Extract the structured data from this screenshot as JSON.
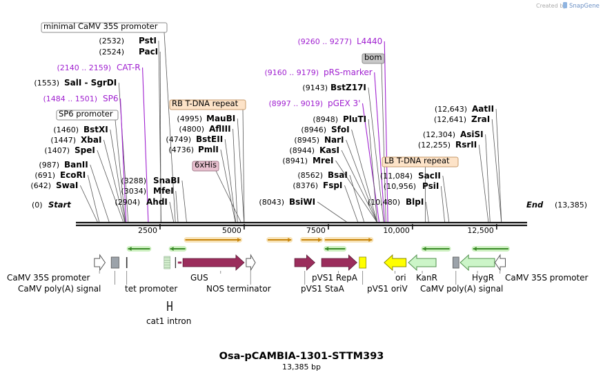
{
  "credit": {
    "prefix": "Created by",
    "brand": "SnapGene"
  },
  "plasmid": {
    "name": "Osa-pCAMBIA-1301-STTM393",
    "length_label": "13,385 bp",
    "length": 13385
  },
  "ends": {
    "start_pos": "(0)",
    "start_label": "Start",
    "end_label": "End",
    "end_pos": "(13,385)"
  },
  "colors": {
    "primer": "#a020d0",
    "enzyme_line": "#555555",
    "feature_maroon": "#9b2d5c",
    "ori_yellow": "#ffff00",
    "resistance_green": "#ccf5c8",
    "tdna_box": "#fde3c8",
    "his_box": "#e8c0cf",
    "grey_box": "#c8c8c8",
    "orf_orange": "#c8840a",
    "orf_green": "#3a8a28"
  },
  "ruler_ticks": [
    {
      "pos": 2500,
      "label": "2500"
    },
    {
      "pos": 5000,
      "label": "5000"
    },
    {
      "pos": 7500,
      "label": "7500"
    },
    {
      "pos": 10000,
      "label": "10,000"
    },
    {
      "pos": 12500,
      "label": "12,500"
    }
  ],
  "sites": [
    {
      "id": "minimal-camv-35s",
      "kind": "box",
      "box": "white",
      "label": "minimal CaMV 35S promoter",
      "pos": 2955
    },
    {
      "id": "psti",
      "kind": "enzyme",
      "label": "PstI",
      "coord": "(2532)",
      "pos": 2532
    },
    {
      "id": "paci",
      "kind": "enzyme",
      "label": "PacI",
      "coord": "(2524)",
      "pos": 2524
    },
    {
      "id": "cat-r",
      "kind": "primer",
      "label": "CAT-R",
      "coord": "(2140 .. 2159)",
      "pos": 2150
    },
    {
      "id": "sali-sgrdi",
      "kind": "enzyme",
      "label": "SalI  - SgrDI",
      "coord": "(1553)",
      "pos": 1553
    },
    {
      "id": "sp6-primer",
      "kind": "primer",
      "label": "SP6",
      "coord": "(1484 .. 1501)",
      "pos": 1492
    },
    {
      "id": "sp6-promoter",
      "kind": "box",
      "box": "white",
      "label": "SP6 promoter",
      "pos": 1470
    },
    {
      "id": "bstxi",
      "kind": "enzyme",
      "label": "BstXI",
      "coord": "(1460)",
      "pos": 1460
    },
    {
      "id": "xbai",
      "kind": "enzyme",
      "label": "XbaI",
      "coord": "(1447)",
      "pos": 1447
    },
    {
      "id": "spei",
      "kind": "enzyme",
      "label": "SpeI",
      "coord": "(1407)",
      "pos": 1407
    },
    {
      "id": "banii",
      "kind": "enzyme",
      "label": "BanII",
      "coord": "(987)",
      "pos": 987
    },
    {
      "id": "ecori",
      "kind": "enzyme",
      "label": "EcoRI",
      "coord": "(691)",
      "pos": 691
    },
    {
      "id": "swai",
      "kind": "enzyme",
      "label": "SwaI",
      "coord": "(642)",
      "pos": 642
    },
    {
      "id": "snabi",
      "kind": "enzyme",
      "label": "SnaBI",
      "coord": "(3288)",
      "pos": 3288
    },
    {
      "id": "mfei",
      "kind": "enzyme",
      "label": "MfeI",
      "coord": "(3034)",
      "pos": 3034
    },
    {
      "id": "ahdi",
      "kind": "enzyme",
      "label": "AhdI",
      "coord": "(2904)",
      "pos": 2904
    },
    {
      "id": "rb-tdna",
      "kind": "box",
      "box": "tdna",
      "label": "RB T-DNA repeat",
      "pos": 5000
    },
    {
      "id": "maubi",
      "kind": "enzyme",
      "label": "MauBI",
      "coord": "(4995)",
      "pos": 4995
    },
    {
      "id": "afliii",
      "kind": "enzyme",
      "label": "AflIII",
      "coord": "(4800)",
      "pos": 4800
    },
    {
      "id": "bsteii",
      "kind": "enzyme",
      "label": "BstEII",
      "coord": "(4749)",
      "pos": 4749
    },
    {
      "id": "pmli",
      "kind": "enzyme",
      "label": "PmlI",
      "coord": "(4736)",
      "pos": 4736
    },
    {
      "id": "sixhis",
      "kind": "box",
      "box": "his",
      "label": "6xHis",
      "pos": 4900
    },
    {
      "id": "l4440",
      "kind": "primer",
      "label": "L4440",
      "coord": "(9260 .. 9277)",
      "pos": 9268
    },
    {
      "id": "bom",
      "kind": "box",
      "box": "grey",
      "label": "bom",
      "pos": 9210
    },
    {
      "id": "prs-marker",
      "kind": "primer",
      "label": "pRS-marker",
      "coord": "(9160 .. 9179)",
      "pos": 9170
    },
    {
      "id": "bstz17i",
      "kind": "enzyme",
      "label": "BstZ17I",
      "coord": "(9143)",
      "pos": 9143
    },
    {
      "id": "pgex3",
      "kind": "primer",
      "label": "pGEX 3'",
      "coord": "(8997 .. 9019)",
      "pos": 9008
    },
    {
      "id": "plutI",
      "kind": "enzyme",
      "label": "PluTI",
      "coord": "(8948)",
      "pos": 8948
    },
    {
      "id": "sfoi",
      "kind": "enzyme",
      "label": "SfoI",
      "coord": "(8946)",
      "pos": 8946
    },
    {
      "id": "nari",
      "kind": "enzyme",
      "label": "NarI",
      "coord": "(8945)",
      "pos": 8945
    },
    {
      "id": "kasi",
      "kind": "enzyme",
      "label": "KasI",
      "coord": "(8944)",
      "pos": 8944
    },
    {
      "id": "mrei",
      "kind": "enzyme",
      "label": "MreI",
      "coord": "(8941)",
      "pos": 8941
    },
    {
      "id": "bsai",
      "kind": "enzyme",
      "label": "BsaI",
      "coord": "(8562)",
      "pos": 8562
    },
    {
      "id": "fspi",
      "kind": "enzyme",
      "label": "FspI",
      "coord": "(8376)",
      "pos": 8376
    },
    {
      "id": "bsiwi",
      "kind": "enzyme",
      "label": "BsiWI",
      "coord": "(8043)",
      "pos": 8043
    },
    {
      "id": "lb-tdna",
      "kind": "box",
      "box": "tdna",
      "label": "LB T-DNA repeat",
      "pos": 10380
    },
    {
      "id": "aatii",
      "kind": "enzyme",
      "label": "AatII",
      "coord": "(12,643)",
      "pos": 12643
    },
    {
      "id": "zrai",
      "kind": "enzyme",
      "label": "ZraI",
      "coord": "(12,641)",
      "pos": 12641
    },
    {
      "id": "asisi",
      "kind": "enzyme",
      "label": "AsiSI",
      "coord": "(12,304)",
      "pos": 12304
    },
    {
      "id": "rsrii",
      "kind": "enzyme",
      "label": "RsrII",
      "coord": "(12,255)",
      "pos": 12255
    },
    {
      "id": "sacii",
      "kind": "enzyme",
      "label": "SacII",
      "coord": "(11,084)",
      "pos": 11084
    },
    {
      "id": "psii",
      "kind": "enzyme",
      "label": "PsiI",
      "coord": "(10,956)",
      "pos": 10956
    },
    {
      "id": "blpi",
      "kind": "enzyme",
      "label": "BlpI",
      "coord": "(10,480)",
      "pos": 10480
    }
  ],
  "orfs": [
    {
      "dir": "rev",
      "start": 1550,
      "end": 2200,
      "color": "green"
    },
    {
      "dir": "rev",
      "start": 2800,
      "end": 3250,
      "color": "green"
    },
    {
      "dir": "fwd",
      "start": 3250,
      "end": 4900,
      "color": "orange"
    },
    {
      "dir": "fwd",
      "start": 5700,
      "end": 6400,
      "color": "orange"
    },
    {
      "dir": "fwd",
      "start": 6700,
      "end": 7300,
      "color": "orange"
    },
    {
      "dir": "rev",
      "start": 7400,
      "end": 8000,
      "color": "green"
    },
    {
      "dir": "fwd",
      "start": 7400,
      "end": 8800,
      "color": "orange"
    },
    {
      "dir": "rev",
      "start": 10300,
      "end": 11100,
      "color": "green"
    },
    {
      "dir": "rev",
      "start": 11800,
      "end": 12850,
      "color": "green"
    }
  ],
  "features": [
    {
      "id": "camv35s-left",
      "label": "CaMV 35S promoter",
      "start": 550,
      "end": 870,
      "dir": "fwd",
      "shape": "white-arrow"
    },
    {
      "id": "camv-polya-left",
      "label": "CaMV poly(A) signal",
      "start": 1050,
      "end": 1280,
      "dir": "none",
      "shape": "grey-box"
    },
    {
      "id": "tet-promoter",
      "label": "tet promoter",
      "start": 1490,
      "end": 1530,
      "dir": "none",
      "shape": "line"
    },
    {
      "id": "cat1-intron",
      "label": "cat1 intron",
      "start": 2620,
      "end": 2800,
      "dir": "none",
      "shape": "hatched"
    },
    {
      "id": "gus",
      "label": "GUS",
      "start": 3180,
      "end": 5000,
      "dir": "fwd",
      "shape": "maroon-arrow"
    },
    {
      "id": "nos-terminator",
      "label": "NOS terminator",
      "start": 5060,
      "end": 5330,
      "dir": "fwd",
      "shape": "white-arrow"
    },
    {
      "id": "pvs1-stab",
      "label": "pVS1 StaA",
      "start": 6500,
      "end": 7100,
      "dir": "fwd",
      "shape": "maroon-arrow"
    },
    {
      "id": "pvs1-repa",
      "label": "pVS1 RepA",
      "start": 7300,
      "end": 8350,
      "dir": "fwd",
      "shape": "maroon-arrow"
    },
    {
      "id": "pvs1-oriv",
      "label": "pVS1 oriV",
      "start": 8420,
      "end": 8620,
      "dir": "none",
      "shape": "yellow-box"
    },
    {
      "id": "ori",
      "label": "ori",
      "start": 9160,
      "end": 9810,
      "dir": "rev",
      "shape": "yellow-arrow"
    },
    {
      "id": "kanr",
      "label": "KanR",
      "start": 9880,
      "end": 10700,
      "dir": "rev",
      "shape": "green-arrow"
    },
    {
      "id": "camv-polya-right",
      "label": "CaMV poly(A) signal",
      "start": 11200,
      "end": 11380,
      "dir": "none",
      "shape": "grey-box"
    },
    {
      "id": "hygr",
      "label": "HygR",
      "start": 11420,
      "end": 12440,
      "dir": "rev",
      "shape": "green-arrow"
    },
    {
      "id": "camv35s-right",
      "label": "CaMV 35S promoter",
      "start": 12450,
      "end": 12760,
      "dir": "rev",
      "shape": "white-arrow"
    }
  ]
}
